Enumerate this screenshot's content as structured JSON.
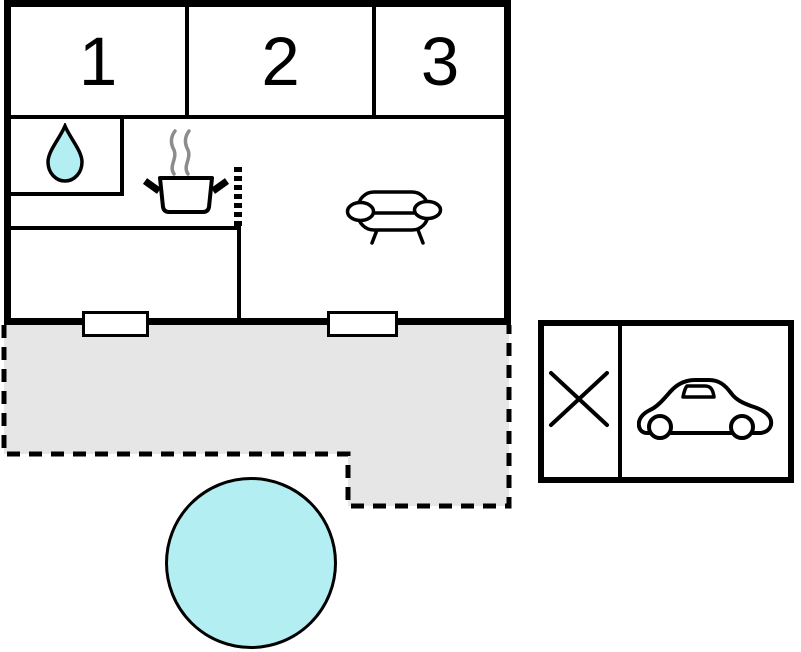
{
  "title": "Holiday home floor plan",
  "colors": {
    "outline": "#000000",
    "water_cyan": "#b3eff2",
    "terrace_gray": "#e6e6e6",
    "steam_gray": "#8c8c8c",
    "background": "#ffffff"
  },
  "house": {
    "rooms": [
      {
        "label": "1"
      },
      {
        "label": "2"
      },
      {
        "label": "3"
      }
    ],
    "icons": {
      "bathroom": "water-drop",
      "kitchen": "cooking-pot-with-steam",
      "living_room": "sofa",
      "kitchen_partition": "dashed-line"
    },
    "window_count": "2"
  },
  "terrace": {
    "shape": "L-shaped",
    "border_style": "dashed"
  },
  "pool": {
    "shape": "circle"
  },
  "outbuilding": {
    "left_cell_icon": "cross",
    "right_cell_icon": "car"
  }
}
